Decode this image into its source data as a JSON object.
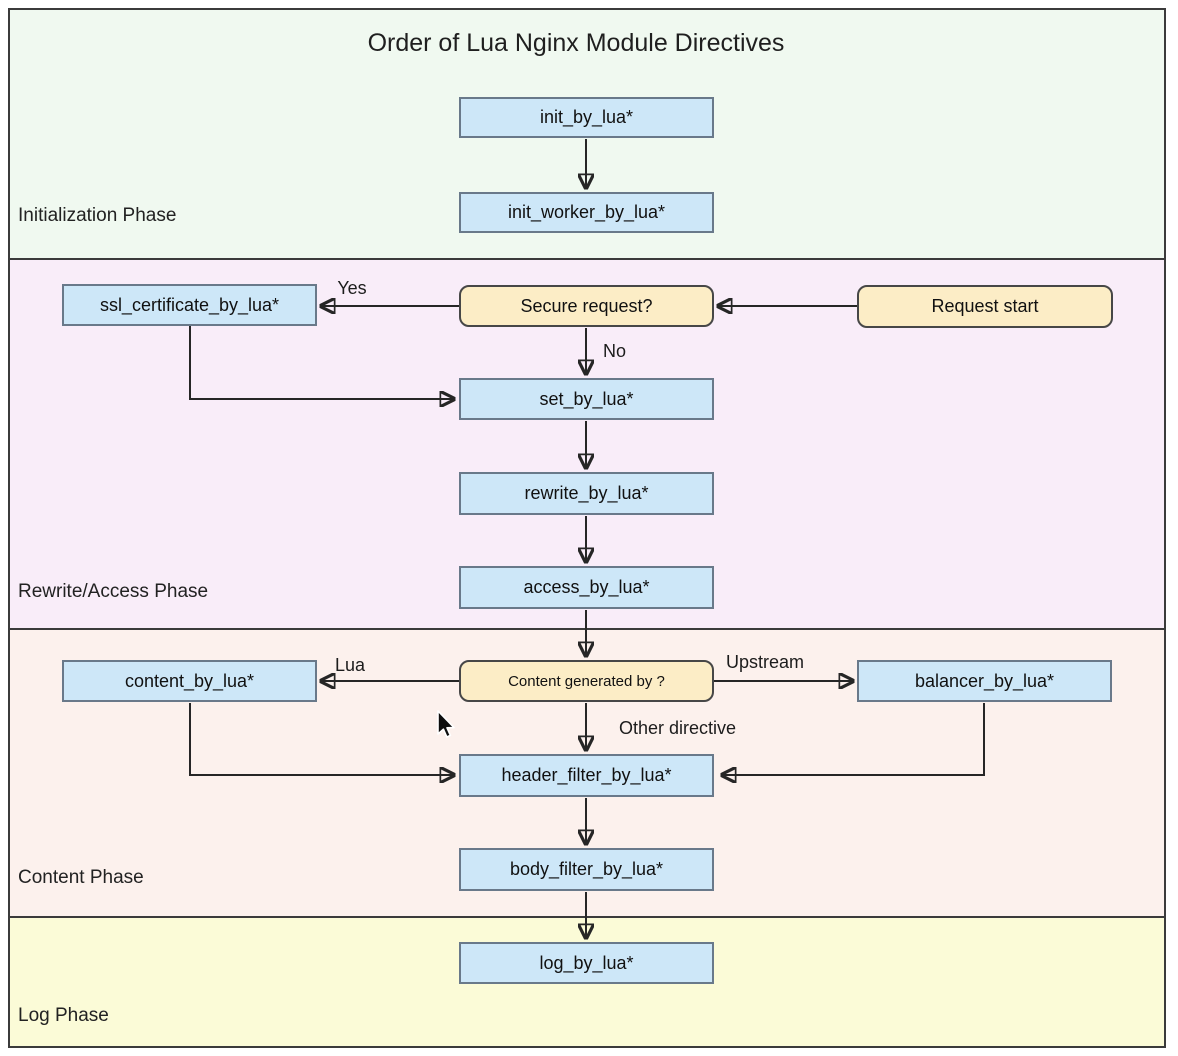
{
  "title": "Order of Lua Nginx Module Directives",
  "phases": {
    "initialization": {
      "label": "Initialization Phase",
      "bg": "#f0f9f0"
    },
    "rewrite_access": {
      "label": "Rewrite/Access Phase",
      "bg": "#f9edf9"
    },
    "content": {
      "label": "Content Phase",
      "bg": "#fcf1ed"
    },
    "log": {
      "label": "Log Phase",
      "bg": "#fbfbd7"
    }
  },
  "nodes": {
    "init_by_lua": "init_by_lua*",
    "init_worker_by_lua": "init_worker_by_lua*",
    "ssl_certificate_by_lua": "ssl_certificate_by_lua*",
    "secure_request": "Secure request?",
    "request_start": "Request start",
    "set_by_lua": "set_by_lua*",
    "rewrite_by_lua": "rewrite_by_lua*",
    "access_by_lua": "access_by_lua*",
    "content_by_lua": "content_by_lua*",
    "content_generated_by": "Content generated by ?",
    "balancer_by_lua": "balancer_by_lua*",
    "header_filter_by_lua": "header_filter_by_lua*",
    "body_filter_by_lua": "body_filter_by_lua*",
    "log_by_lua": "log_by_lua*"
  },
  "edge_labels": {
    "yes": "Yes",
    "no": "No",
    "lua": "Lua",
    "upstream": "Upstream",
    "other_directive": "Other directive"
  },
  "edges": [
    {
      "from": "init_by_lua",
      "to": "init_worker_by_lua",
      "label": ""
    },
    {
      "from": "request_start",
      "to": "secure_request",
      "label": ""
    },
    {
      "from": "secure_request",
      "to": "ssl_certificate_by_lua",
      "label": "Yes"
    },
    {
      "from": "secure_request",
      "to": "set_by_lua",
      "label": "No"
    },
    {
      "from": "ssl_certificate_by_lua",
      "to": "set_by_lua",
      "label": ""
    },
    {
      "from": "set_by_lua",
      "to": "rewrite_by_lua",
      "label": ""
    },
    {
      "from": "rewrite_by_lua",
      "to": "access_by_lua",
      "label": ""
    },
    {
      "from": "access_by_lua",
      "to": "content_generated_by",
      "label": ""
    },
    {
      "from": "content_generated_by",
      "to": "content_by_lua",
      "label": "Lua"
    },
    {
      "from": "content_generated_by",
      "to": "balancer_by_lua",
      "label": "Upstream"
    },
    {
      "from": "content_generated_by",
      "to": "header_filter_by_lua",
      "label": "Other directive"
    },
    {
      "from": "content_by_lua",
      "to": "header_filter_by_lua",
      "label": ""
    },
    {
      "from": "balancer_by_lua",
      "to": "header_filter_by_lua",
      "label": ""
    },
    {
      "from": "header_filter_by_lua",
      "to": "body_filter_by_lua",
      "label": ""
    },
    {
      "from": "body_filter_by_lua",
      "to": "log_by_lua",
      "label": ""
    }
  ],
  "colors": {
    "process_fill": "#cde7f8",
    "process_border": "#69798a",
    "decision_fill": "#fcedc6",
    "decision_border": "#474747",
    "arrow": "#262626",
    "outline": "#3b3b3b",
    "initialization_bg": "#f0f9f0",
    "rewrite_access_bg": "#f9edf9",
    "content_bg": "#fcf1ed",
    "log_bg": "#fbfbd7"
  }
}
